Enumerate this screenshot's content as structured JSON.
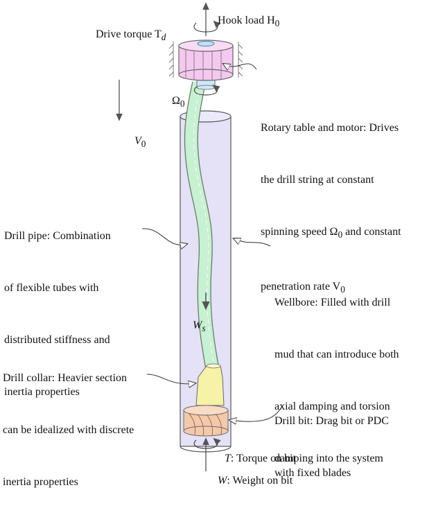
{
  "top": {
    "drive_torque": "Drive torque T",
    "drive_torque_sub": "d",
    "hook_load": "Hook load H",
    "hook_load_sub": "0"
  },
  "symbols": {
    "omega0": "Ω",
    "omega0_sub": "0",
    "v0": "V",
    "v0_sub": "0",
    "ws": "W",
    "ws_sub": "s"
  },
  "rotary": {
    "line1": "Rotary table and motor: Drives",
    "line2": "the drill string at constant",
    "line3_pre": "spinning speed Ω",
    "line3_sub": "0",
    "line3_post": " and constant",
    "line4_pre": "penetration rate V",
    "line4_sub": "0"
  },
  "drill_pipe": {
    "line1": "Drill pipe: Combination",
    "line2": "of flexible tubes with",
    "line3": "distributed stiffness and",
    "line4": "inertia properties"
  },
  "wellbore": {
    "line1": "Wellbore: Filled with drill",
    "line2": "mud that can introduce both",
    "line3": "axial damping and torsion",
    "line4": "damping into the system"
  },
  "drill_collar": {
    "line1": "Drill collar: Heavier section",
    "line2": "can be idealized with discrete",
    "line3": "inertia properties"
  },
  "drill_bit": {
    "line1": "Drill bit: Drag bit or PDC",
    "line2": "with fixed blades"
  },
  "bottom": {
    "torque_sym": "T",
    "torque_text": ": Torque on bit",
    "weight_sym": "W",
    "weight_text": ": Weight on bit"
  },
  "colors": {
    "motor": "#f3c9ee",
    "wellbore": "#e5e1f6",
    "pipe": "#c8f0d2",
    "collar": "#f6f2a8",
    "bit": "#f3c9ac",
    "shaft": "#cfe8f6"
  }
}
